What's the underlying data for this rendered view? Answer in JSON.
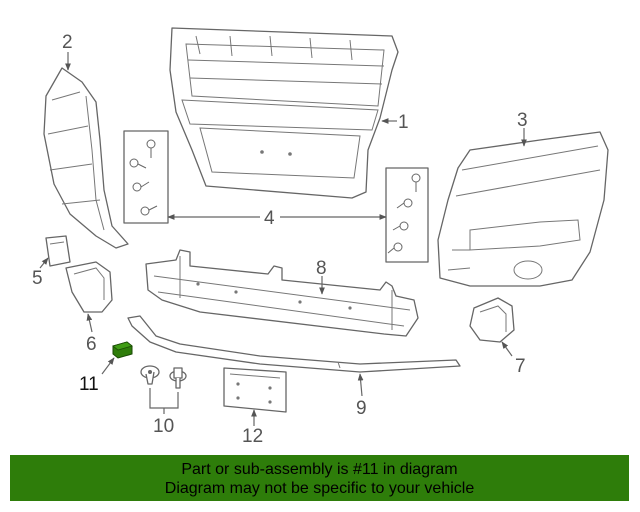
{
  "callouts": [
    "1",
    "2",
    "3",
    "4",
    "5",
    "6",
    "7",
    "8",
    "9",
    "10",
    "11",
    "12"
  ],
  "highlight_color": "#2e7d0a",
  "footer": {
    "line1": "Part or sub-assembly is #11 in diagram",
    "line2": "Diagram may not be specific to your vehicle"
  }
}
